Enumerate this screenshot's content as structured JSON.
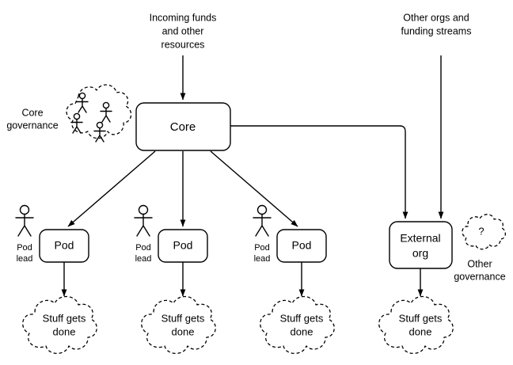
{
  "diagram": {
    "title_top_left": "Incoming funds and other resources",
    "title_top_right": "Other orgs and funding streams",
    "inputs": [
      {
        "name": "incoming-funds",
        "lines": [
          "Incoming funds",
          "and other",
          "resources"
        ]
      },
      {
        "name": "other-orgs",
        "lines": [
          "Other orgs and",
          "funding streams"
        ]
      }
    ],
    "core": {
      "label": "Core",
      "governance_label_lines": [
        "Core",
        "governance"
      ],
      "governance_people_count": 4
    },
    "pods": [
      {
        "label": "Pod",
        "lead_lines": [
          "Pod",
          "lead"
        ],
        "output_lines": [
          "Stuff gets",
          "done"
        ]
      },
      {
        "label": "Pod",
        "lead_lines": [
          "Pod",
          "lead"
        ],
        "output_lines": [
          "Stuff gets",
          "done"
        ]
      },
      {
        "label": "Pod",
        "lead_lines": [
          "Pod",
          "lead"
        ],
        "output_lines": [
          "Stuff gets",
          "done"
        ]
      }
    ],
    "external": {
      "label_lines": [
        "External",
        "org"
      ],
      "output_lines": [
        "Stuff gets",
        "done"
      ],
      "governance_label_lines": [
        "Other",
        "governance"
      ],
      "governance_marker": "?"
    },
    "colors": {
      "background": "#ffffff",
      "stroke": "#000000",
      "text": "#000000"
    }
  }
}
